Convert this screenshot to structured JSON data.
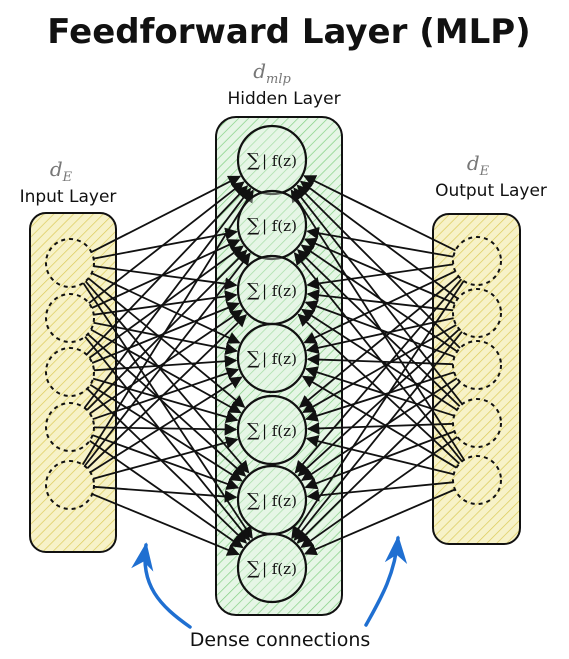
{
  "title": "Feedforward Layer (MLP)",
  "input_layer": {
    "dim_symbol": "d",
    "dim_subscript": "E",
    "label": "Input Layer",
    "node_count": 5
  },
  "hidden_layer": {
    "dim_symbol": "d",
    "dim_subscript": "mlp",
    "label": "Hidden Layer",
    "node_count": 7,
    "node_label_sum": "∑",
    "node_label_fn": "| f(z)"
  },
  "output_layer": {
    "dim_symbol": "d",
    "dim_subscript": "E",
    "label": "Output Layer",
    "node_count": 5
  },
  "annotation": {
    "label": "Dense connections"
  },
  "colors": {
    "input_fill": "#f4eeb0",
    "input_hatch": "#e3d36a",
    "hidden_fill": "#d8f0d8",
    "hidden_hatch": "#8fd48f",
    "output_fill": "#f4eeb0",
    "output_hatch": "#e3d36a",
    "stroke": "#111111",
    "annotation_arrow": "#1f6fd1"
  }
}
